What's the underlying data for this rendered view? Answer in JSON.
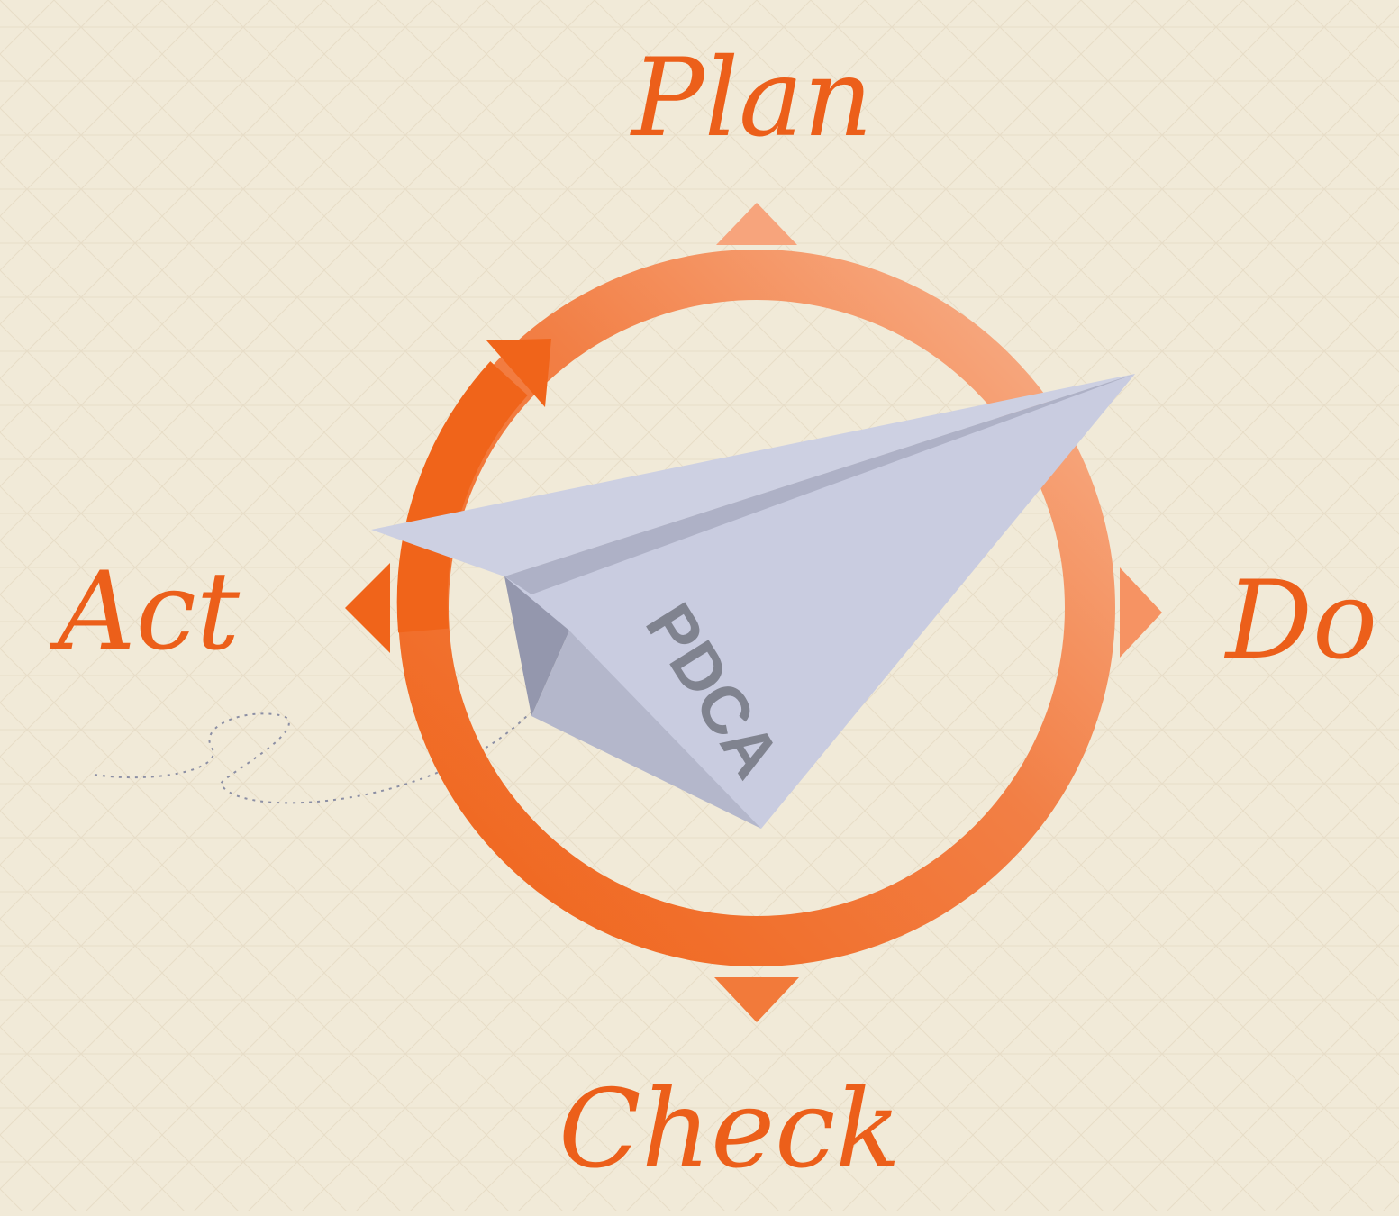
{
  "diagram": {
    "labels": {
      "plan": "Plan",
      "do": "Do",
      "check": "Check",
      "act": "Act"
    },
    "center_logo_text": "PDCA",
    "colors": {
      "background": "#f1ead8",
      "grid_line": "#e6dcc6",
      "accent": "#f0641a",
      "accent_light": "#f6a27a",
      "plane_light": "#cdd0e2",
      "plane_mid": "#aeb1c6",
      "plane_dark": "#8c8fa4",
      "plane_text": "#80838f"
    }
  }
}
